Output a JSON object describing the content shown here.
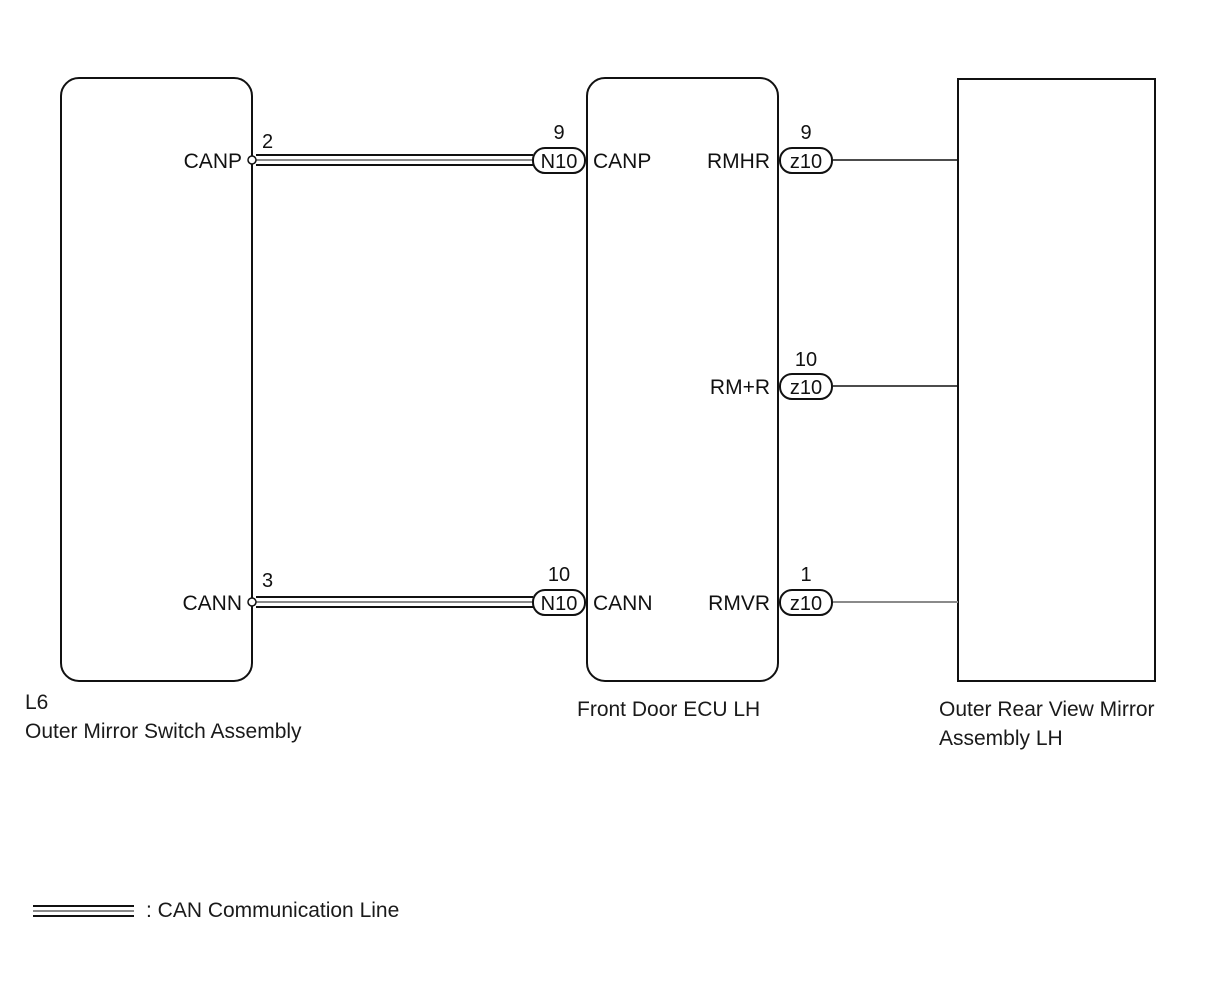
{
  "components": {
    "switch_assembly": {
      "code": "L6",
      "name": "Outer Mirror Switch Assembly",
      "pins": {
        "canp": {
          "name": "CANP",
          "number": "2"
        },
        "cann": {
          "name": "CANN",
          "number": "3"
        }
      }
    },
    "front_door_ecu": {
      "name": "Front Door ECU LH",
      "pins": {
        "canp": {
          "name": "CANP",
          "number": "9",
          "connector": "N10"
        },
        "cann": {
          "name": "CANN",
          "number": "10",
          "connector": "N10"
        },
        "rmhr": {
          "name": "RMHR",
          "number": "9",
          "connector": "z10"
        },
        "rmr": {
          "name": "RM+R",
          "number": "10",
          "connector": "z10"
        },
        "rmvr": {
          "name": "RMVR",
          "number": "1",
          "connector": "z10"
        }
      }
    },
    "mirror_assembly": {
      "name_line1": "Outer Rear View Mirror",
      "name_line2": "Assembly LH"
    }
  },
  "legend": {
    "label": ": CAN Communication Line"
  },
  "colors": {
    "line": "#111111",
    "rmvr_wire": "#8a8a8a",
    "background": "#ffffff"
  }
}
